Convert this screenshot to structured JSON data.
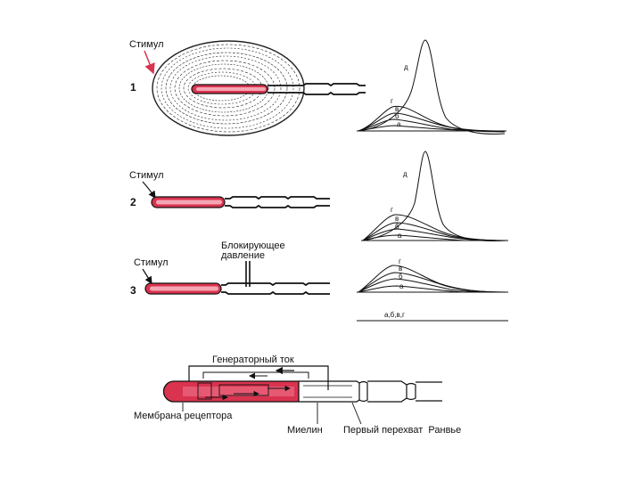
{
  "panels": [
    {
      "number": "1",
      "stimulus_label": "Стимул",
      "curve_labels": [
        "д",
        "г",
        "в",
        "б",
        "а"
      ]
    },
    {
      "number": "2",
      "stimulus_label": "Стимул",
      "curve_labels": [
        "д",
        "г",
        "в",
        "б",
        "а"
      ]
    },
    {
      "number": "3",
      "stimulus_label": "Стимул",
      "pressure_label_line1": "Блокирующее",
      "pressure_label_line2": "давление",
      "curve_labels": [
        "г",
        "в",
        "б",
        "а"
      ]
    }
  ],
  "flat_trace_label": "а,б,в,г",
  "bottom": {
    "generator_current": "Генераторный ток",
    "receptor_membrane": "Мембрана рецептора",
    "myelin": "Миелин",
    "first_node": "Первый перехват  Ранвье"
  },
  "colors": {
    "receptor": "#d9334f",
    "receptor_light": "#f4a6b3",
    "ink": "#111111"
  }
}
